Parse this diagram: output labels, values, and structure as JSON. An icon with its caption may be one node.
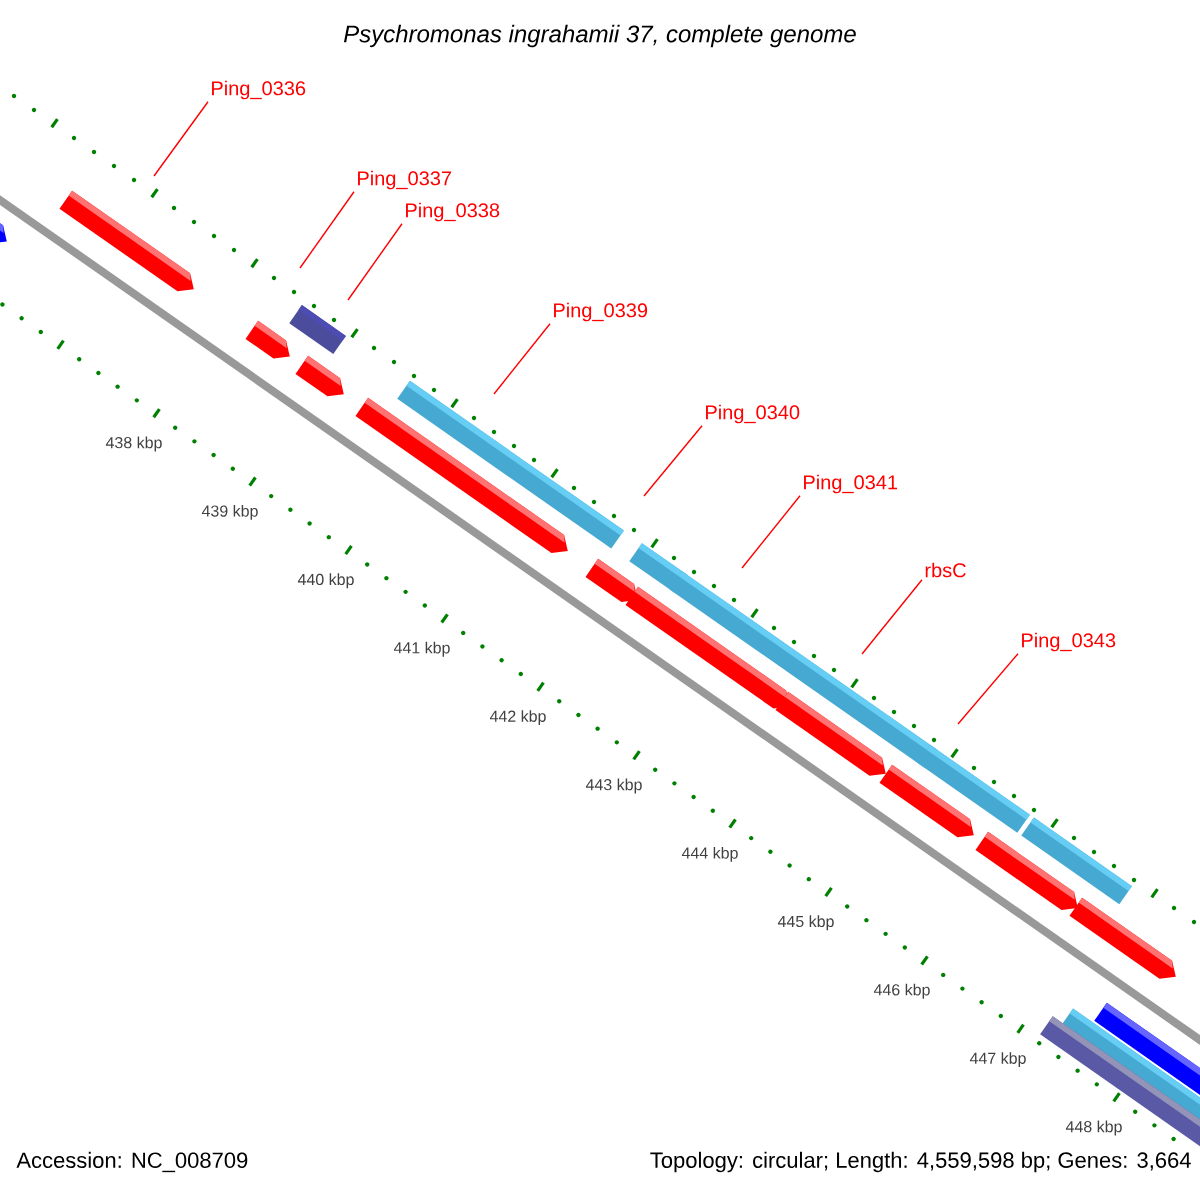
{
  "diagram": {
    "title": "Psychromonas ingrahamii 37, complete genome",
    "nodes": [
      {
        "text": [
          "Ping_0336"
        ]
      },
      {
        "text": [
          "Ping_0337"
        ]
      },
      {
        "text": [
          "Ping_0338"
        ]
      },
      {
        "text": [
          "Ping_0339"
        ]
      },
      {
        "text": [
          "Ping_0340"
        ]
      },
      {
        "text": [
          "Ping_0341"
        ]
      },
      {
        "text": [
          "rbsC"
        ]
      },
      {
        "text": [
          "Ping_0343"
        ]
      }
    ],
    "edges": [
      {
        "from": 0,
        "to": null,
        "arrow": "none",
        "color": "#ff0000"
      },
      {
        "from": 1,
        "to": null,
        "arrow": "none",
        "color": "#ff0000"
      },
      {
        "from": 2,
        "to": null,
        "arrow": "none",
        "color": "#ff0000"
      },
      {
        "from": 3,
        "to": null,
        "arrow": "none",
        "color": "#ff0000"
      },
      {
        "from": 4,
        "to": null,
        "arrow": "none",
        "color": "#ff0000"
      },
      {
        "from": 5,
        "to": null,
        "arrow": "none",
        "color": "#ff0000"
      },
      {
        "from": 6,
        "to": null,
        "arrow": "none",
        "color": "#ff0000"
      },
      {
        "from": 7,
        "to": null,
        "arrow": "none",
        "color": "#ff0000"
      }
    ],
    "labels": [
      "438 kbp",
      "439 kbp",
      "440 kbp",
      "441 kbp",
      "442 kbp",
      "443 kbp",
      "444 kbp",
      "445 kbp",
      "446 kbp",
      "447 kbp",
      "448 kbp",
      "Accession: NC_008709",
      "Topology: circular; Length: 4,559,598 bp; Genes: 3,664"
    ]
  }
}
